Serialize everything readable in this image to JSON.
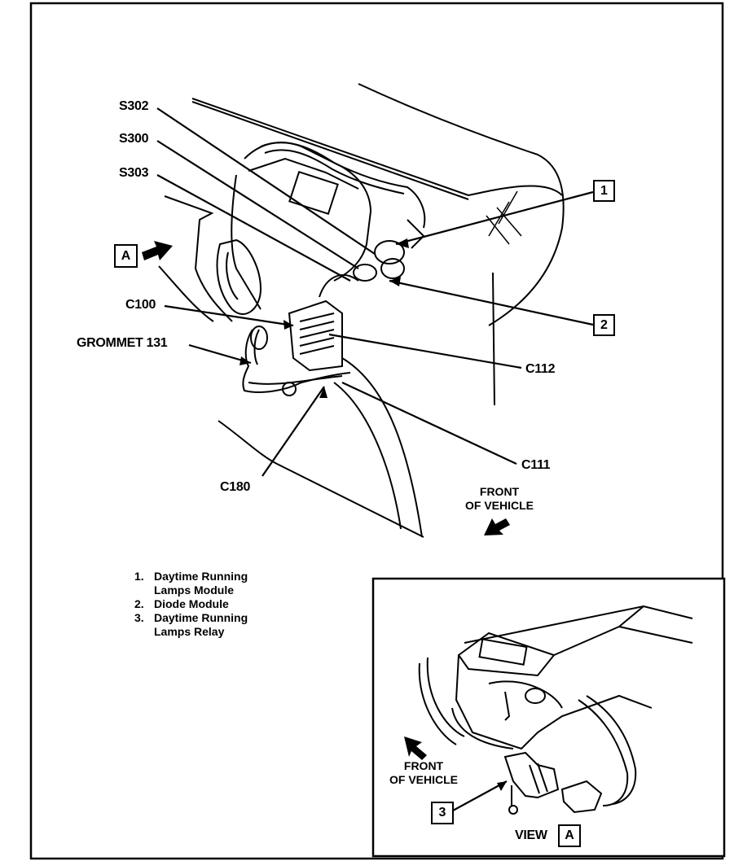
{
  "labels": {
    "s302": "S302",
    "s300": "S300",
    "s303": "S303",
    "c100": "C100",
    "grommet": "GROMMET 131",
    "c112": "C112",
    "c111": "C111",
    "c180": "C180"
  },
  "callouts": {
    "one": "1",
    "two": "2",
    "three": "3",
    "view_a_box": "A",
    "view_marker": "A"
  },
  "front_of_vehicle": {
    "main_line1": "FRONT",
    "main_line2": "OF VEHICLE",
    "inset_line1": "FRONT",
    "inset_line2": "OF VEHICLE"
  },
  "legend": {
    "items": [
      {
        "num": "1.",
        "line1": "Daytime Running",
        "line2": "Lamps Module"
      },
      {
        "num": "2.",
        "line1": "Diode Module",
        "line2": ""
      },
      {
        "num": "3.",
        "line1": "Daytime Running",
        "line2": "Lamps Relay"
      }
    ]
  },
  "view_label": "VIEW"
}
